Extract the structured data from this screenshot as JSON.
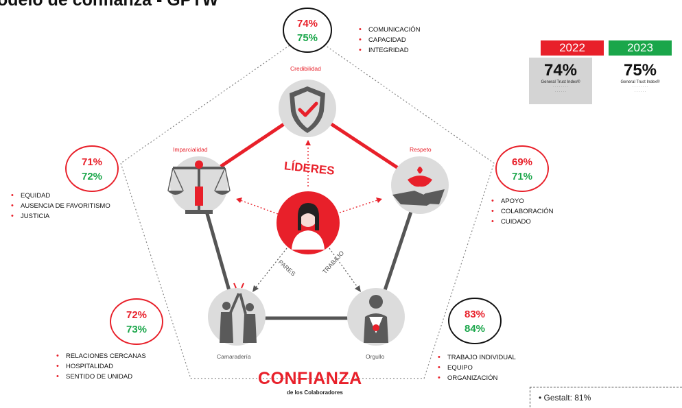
{
  "title": "odelo de confianza - GPTW",
  "center": {
    "leaders": "LÍDERES",
    "peers": "PARES",
    "work": "TRABAJO"
  },
  "pillars": {
    "credibilidad": {
      "name": "Credibilidad",
      "y2022": "74%",
      "y2023": "75%",
      "items": [
        "COMUNICACIÓN",
        "CAPACIDAD",
        "INTEGRIDAD"
      ]
    },
    "imparcialidad": {
      "name": "Imparcialidad",
      "y2022": "71%",
      "y2023": "72%",
      "items": [
        "EQUIDAD",
        "AUSENCIA DE FAVORITISMO",
        "JUSTICIA"
      ]
    },
    "respeto": {
      "name": "Respeto",
      "y2022": "69%",
      "y2023": "71%",
      "items": [
        "APOYO",
        "COLABORACIÓN",
        "CUIDADO"
      ]
    },
    "camaraderia": {
      "name": "Camaradería",
      "y2022": "72%",
      "y2023": "73%",
      "items": [
        "RELACIONES CERCANAS",
        "HOSPITALIDAD",
        "SENTIDO DE UNIDAD"
      ]
    },
    "orgullo": {
      "name": "Orgullo",
      "y2022": "83%",
      "y2023": "84%",
      "items": [
        "TRABAJO INDIVIDUAL",
        "EQUIPO",
        "ORGANIZACIÓN"
      ]
    }
  },
  "trust_index": {
    "y2022": {
      "year": "2022",
      "value": "74%",
      "label": "General Trust Index®",
      "color": "#e8202a"
    },
    "y2023": {
      "year": "2023",
      "value": "75%",
      "label": "General Trust Index®",
      "color": "#1aa64a"
    }
  },
  "footer": {
    "title": "CONFIANZA",
    "subtitle": "de los Colaboradores"
  },
  "gestalt": "Gestalt: 81%",
  "colors": {
    "accent": "#e8202a",
    "green": "#1aa64a",
    "grey": "#5a5a5a"
  }
}
